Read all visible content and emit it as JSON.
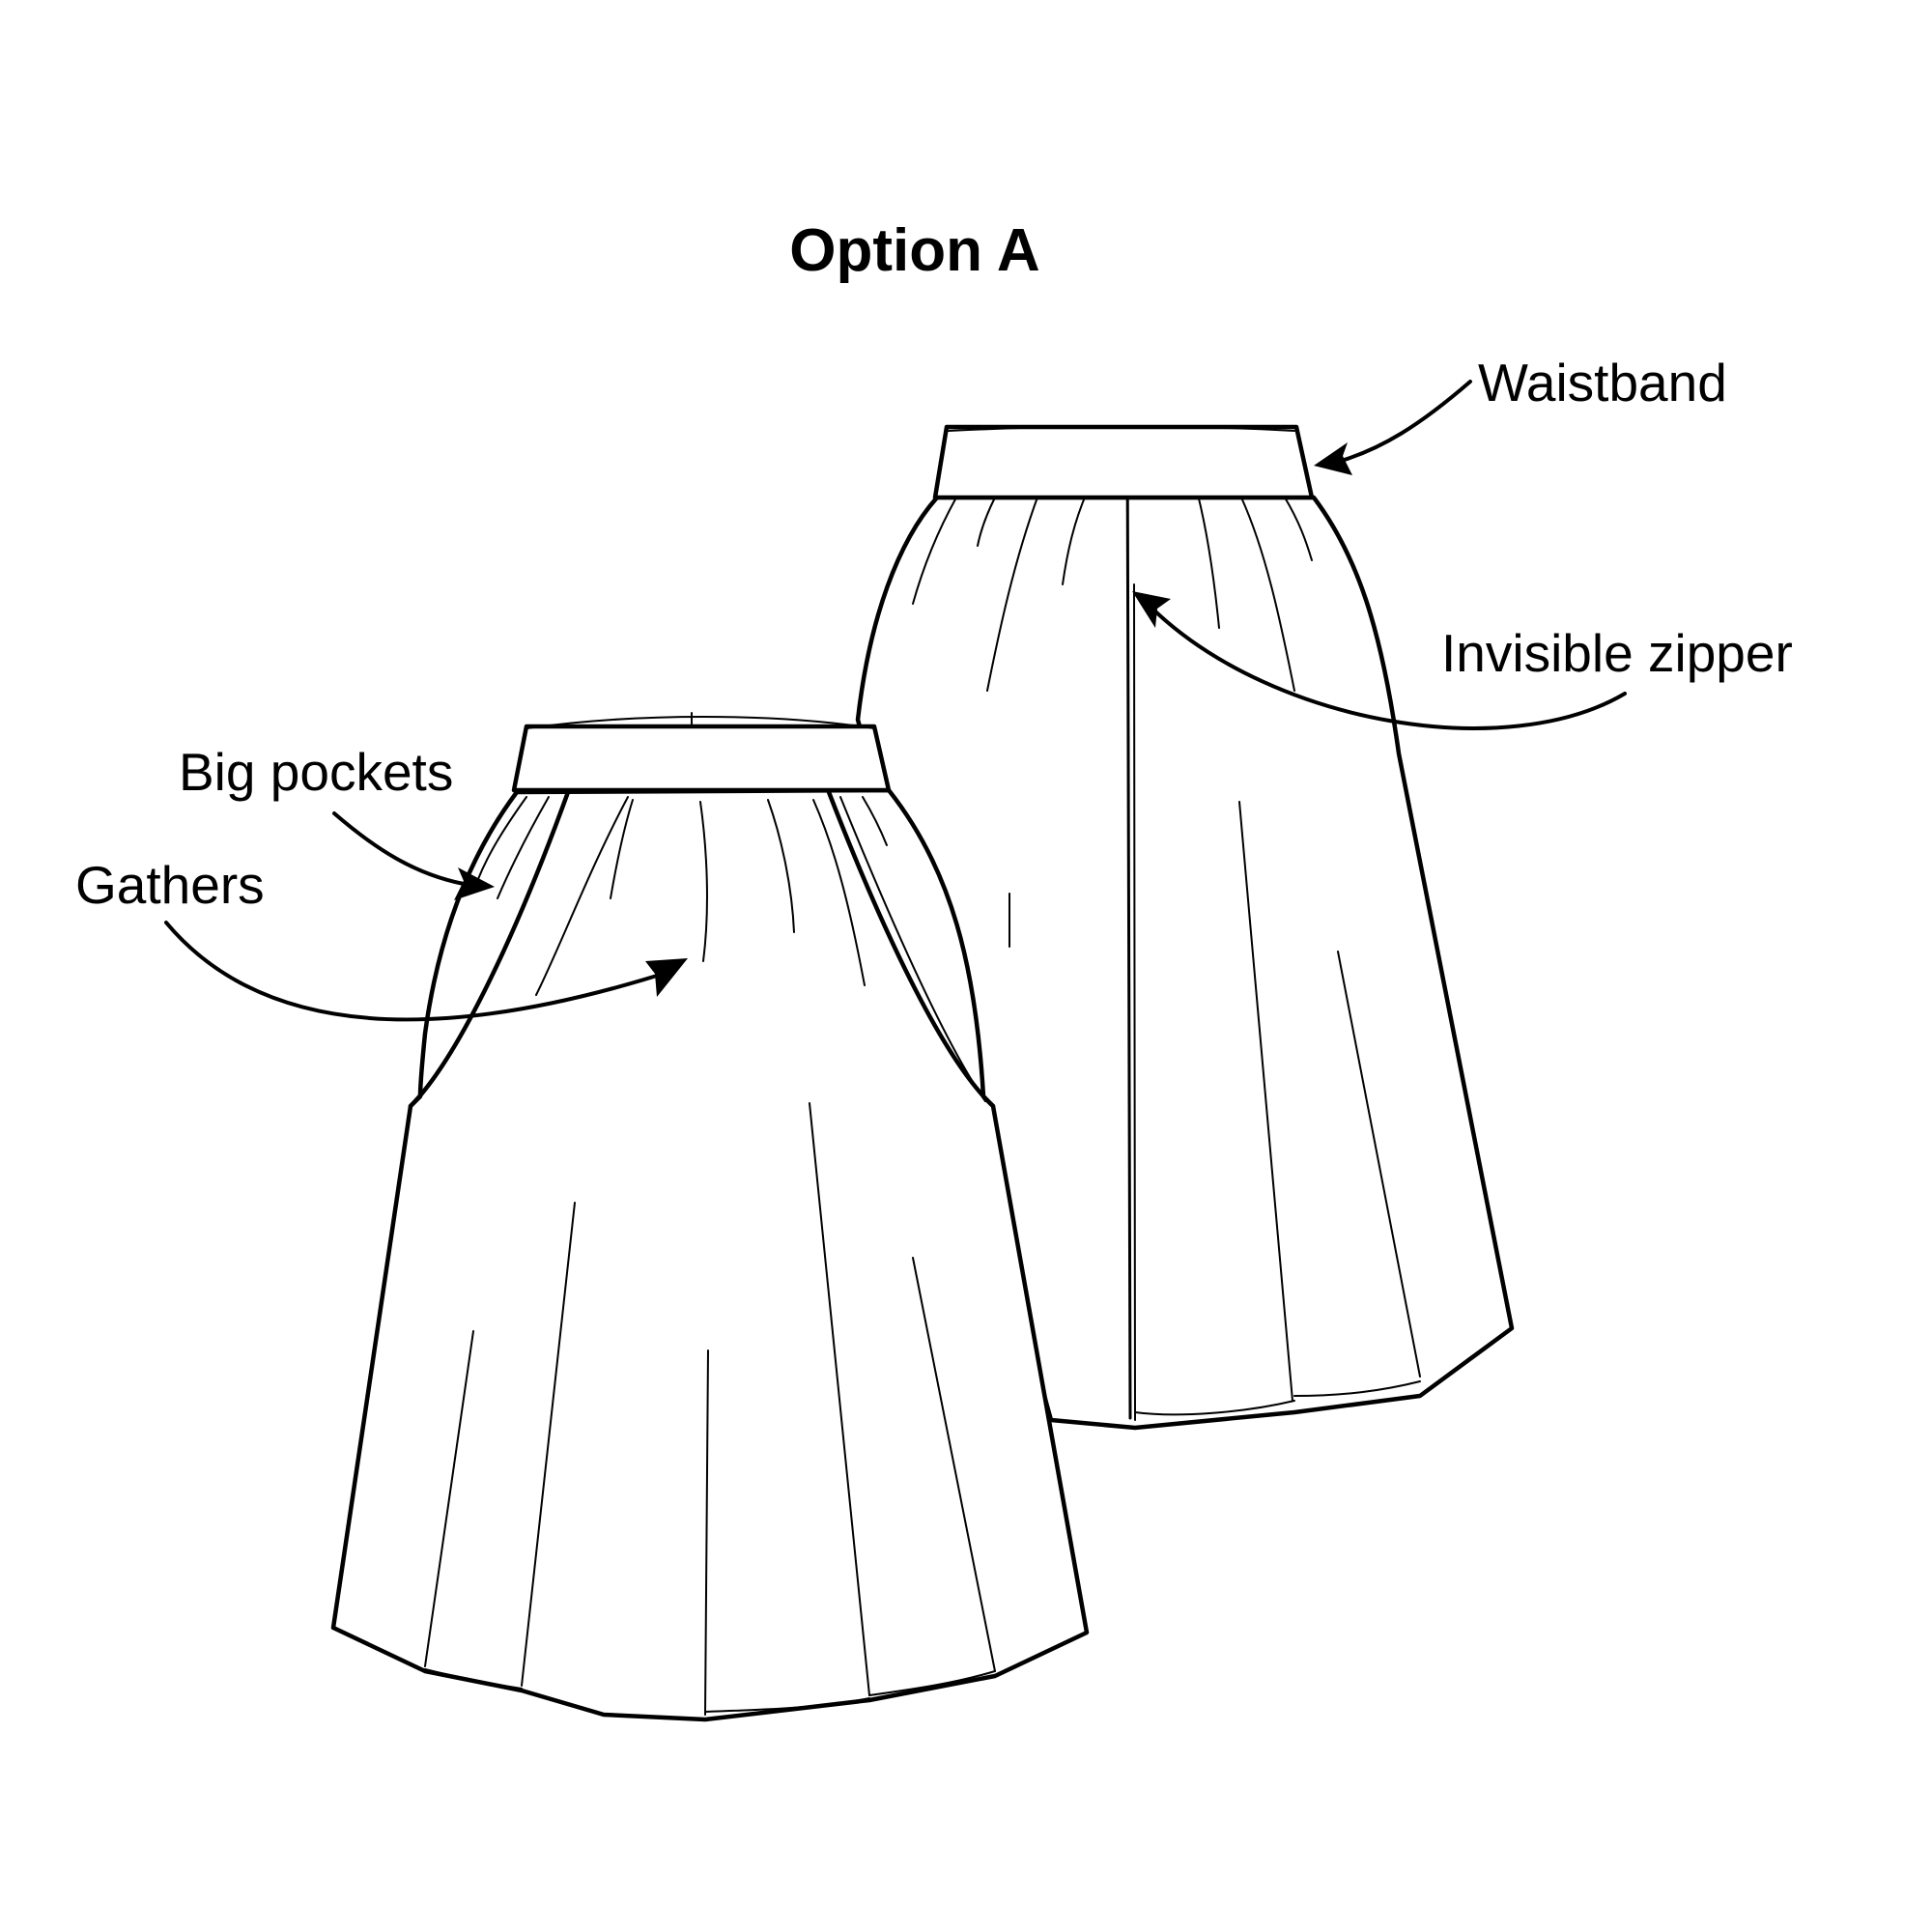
{
  "title": "Option A",
  "labels": {
    "waistband": "Waistband",
    "invisible_zipper": "Invisible zipper",
    "big_pockets": "Big pockets",
    "gathers": "Gathers"
  },
  "colors": {
    "stroke": "#000000",
    "background": "#ffffff"
  }
}
